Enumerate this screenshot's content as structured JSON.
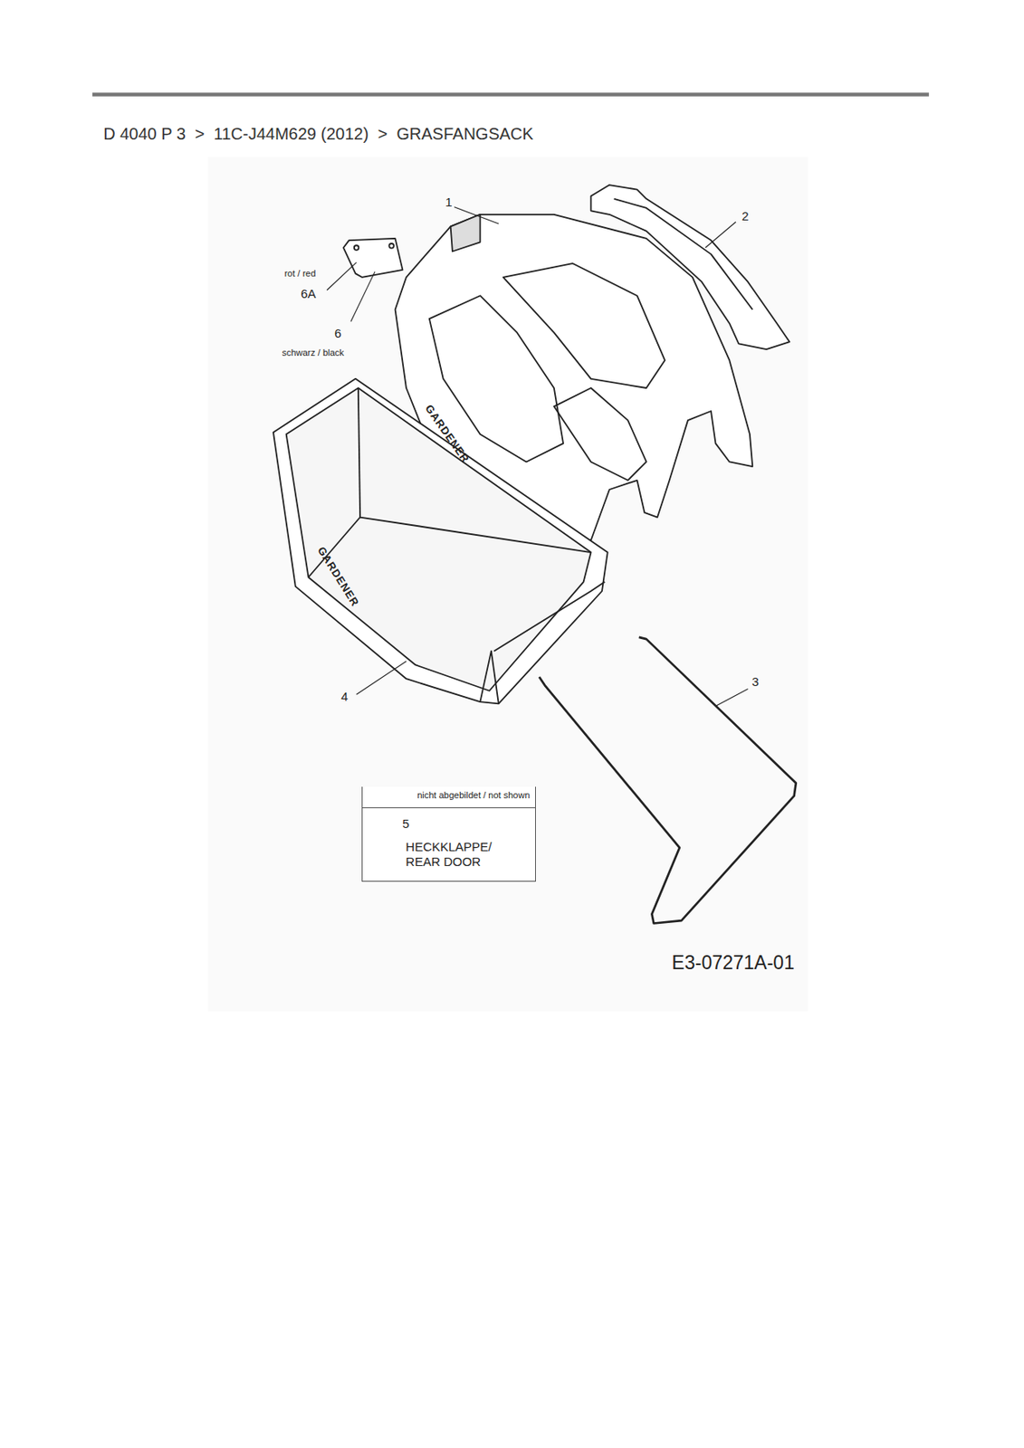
{
  "diagram": {
    "title": "D 4040 P 3  >  11C-J44M629 (2012)  >  GRASFANGSACK",
    "nodes": [
      {
        "text": [
          "nicht abgebildet / not shown",
          "5",
          "HECKKLAPPE/ REAR DOOR"
        ]
      }
    ],
    "labels": [
      "1",
      "2",
      "rot / red",
      "6A",
      "6",
      "schwarz / black",
      "GARDENER",
      "GARDENER",
      "3",
      "4",
      "E3-07271A-01"
    ]
  }
}
